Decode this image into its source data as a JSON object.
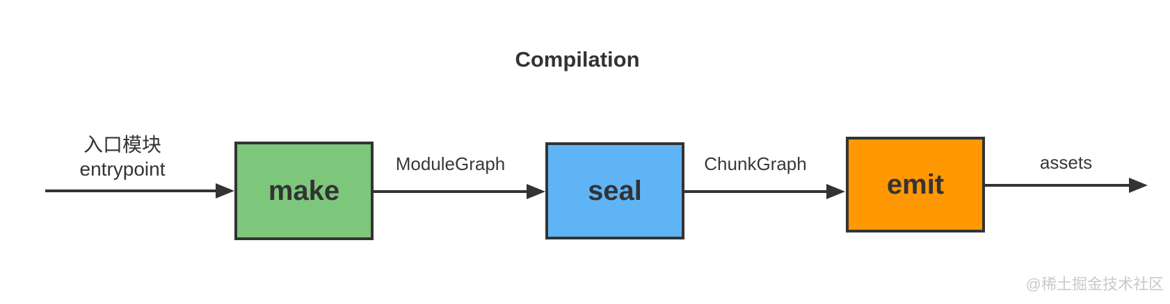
{
  "title": "Compilation",
  "diagram": {
    "entry": {
      "label_zh": "入口模块",
      "label_en": "entrypoint"
    },
    "nodes": [
      {
        "id": "make",
        "label": "make",
        "fill": "#7dc77d"
      },
      {
        "id": "seal",
        "label": "seal",
        "fill": "#5fb4f5"
      },
      {
        "id": "emit",
        "label": "emit",
        "fill": "#ff9802"
      }
    ],
    "edges": [
      {
        "from": "make",
        "to": "seal",
        "label": "ModuleGraph"
      },
      {
        "from": "seal",
        "to": "emit",
        "label": "ChunkGraph"
      },
      {
        "from": "emit",
        "to": "output",
        "label": "assets"
      }
    ]
  },
  "colors": {
    "stroke": "#333333",
    "text": "#333333",
    "node_make": "#7dc77d",
    "node_seal": "#5fb4f5",
    "node_emit": "#ff9802",
    "watermark": "#c9c9c9",
    "background": "#ffffff"
  },
  "watermark": "@稀土掘金技术社区"
}
